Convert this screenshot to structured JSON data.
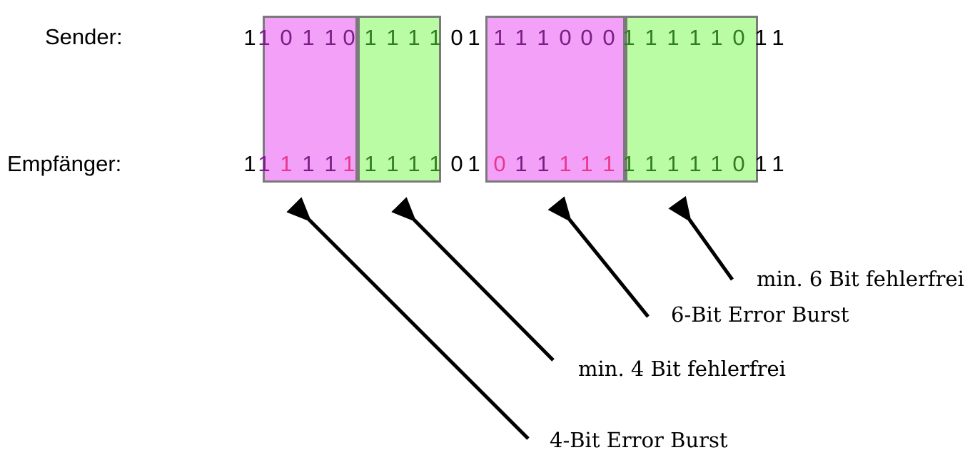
{
  "labels": {
    "sender": "Sender:",
    "receiver": "Empfänger:"
  },
  "sender_bits": [
    "1",
    "1",
    "0",
    "1",
    "1",
    "0",
    "1",
    "1",
    "1",
    "1",
    "0",
    "1",
    "1",
    "1",
    "1",
    "0",
    "0",
    "0",
    "1",
    "1",
    "1",
    "1",
    "1",
    "0",
    "1",
    "1"
  ],
  "receiver_bits": [
    "1",
    "1",
    "1",
    "1",
    "1",
    "1",
    "1",
    "1",
    "1",
    "1",
    "0",
    "1",
    "0",
    "1",
    "1",
    "1",
    "1",
    "1",
    "1",
    "1",
    "1",
    "1",
    "1",
    "0",
    "1",
    "1"
  ],
  "groups": [
    {
      "type": "burst",
      "start": 1,
      "end": 5
    },
    {
      "type": "clean",
      "start": 6,
      "end": 9
    },
    {
      "type": "burst",
      "start": 12,
      "end": 17
    },
    {
      "type": "clean",
      "start": 18,
      "end": 23
    }
  ],
  "error_positions": [
    2,
    5,
    12,
    15,
    16,
    17
  ],
  "captions": [
    {
      "text": "4-Bit Error Burst",
      "points_to_group": 0
    },
    {
      "text": "min. 4 Bit fehlerfrei",
      "points_to_group": 1
    },
    {
      "text": "6-Bit Error Burst",
      "points_to_group": 2
    },
    {
      "text": "min. 6 Bit fehlerfrei",
      "points_to_group": 3
    }
  ],
  "colors": {
    "burst_fill": "#f3a0f8",
    "clean_fill": "#bafca4",
    "box_border": "#7a7a7a",
    "bit_default": "#000000",
    "bit_burst_ok": "#7a1d86",
    "bit_burst_error": "#e8378e",
    "bit_clean": "#2f7d1f",
    "error_arrow": "#e33526",
    "pointer_arrow": "#000000"
  }
}
